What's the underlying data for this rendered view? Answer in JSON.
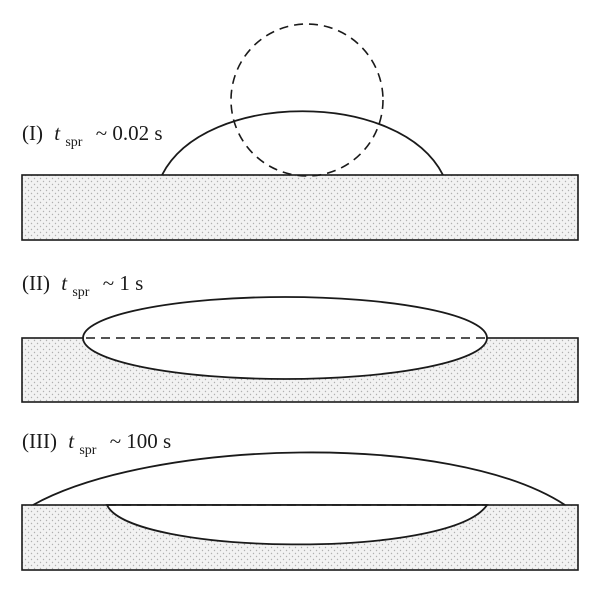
{
  "stages": [
    {
      "numeral": "(I)",
      "symbol": "t",
      "subscript": "spr",
      "relation": "~ 0.02 s"
    },
    {
      "numeral": "(II)",
      "symbol": "t",
      "subscript": "spr",
      "relation": "~ 1 s"
    },
    {
      "numeral": "(III)",
      "symbol": "t",
      "subscript": "spr",
      "relation": "~ 100 s"
    }
  ],
  "colors": {
    "stroke": "#1a1a1a",
    "substrate_fill": "#f2f2f2",
    "substrate_dot": "#b0b0b0"
  }
}
